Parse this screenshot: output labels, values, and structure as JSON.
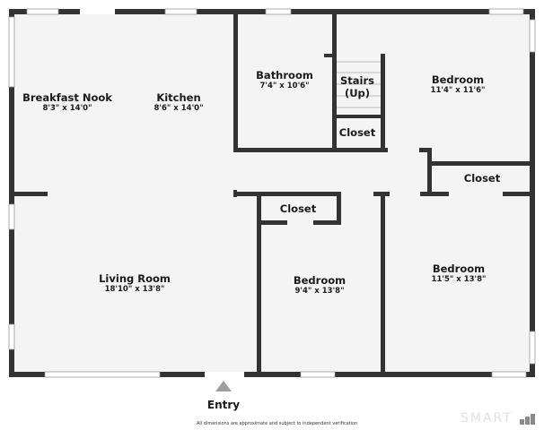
{
  "floorplan": {
    "rooms": [
      {
        "id": "breakfast-nook",
        "name": "Breakfast Nook",
        "dimensions": "8'3\" x 14'0\""
      },
      {
        "id": "kitchen",
        "name": "Kitchen",
        "dimensions": "8'6\" x 14'0\""
      },
      {
        "id": "bathroom",
        "name": "Bathroom",
        "dimensions": "7'4\" x 10'6\""
      },
      {
        "id": "stairs",
        "name": "Stairs",
        "sub": "(Up)"
      },
      {
        "id": "closet-stairs",
        "name": "Closet"
      },
      {
        "id": "bedroom-top-right",
        "name": "Bedroom",
        "dimensions": "11'4\" x 11'6\""
      },
      {
        "id": "closet-right",
        "name": "Closet"
      },
      {
        "id": "closet-mid",
        "name": "Closet"
      },
      {
        "id": "living-room",
        "name": "Living Room",
        "dimensions": "18'10\" x 13'8\""
      },
      {
        "id": "bedroom-mid",
        "name": "Bedroom",
        "dimensions": "9'4\" x 13'8\""
      },
      {
        "id": "bedroom-right",
        "name": "Bedroom",
        "dimensions": "11'5\" x 13'8\""
      }
    ],
    "entry_label": "Entry",
    "disclaimer": "All dimensions are approximate and subject to independent verification",
    "brand": "SMART",
    "colors": {
      "wall": "#333333",
      "floor": "#f4f4f4",
      "entry_arrow": "#9e9e9e",
      "brand": "#e2e2e2"
    }
  }
}
